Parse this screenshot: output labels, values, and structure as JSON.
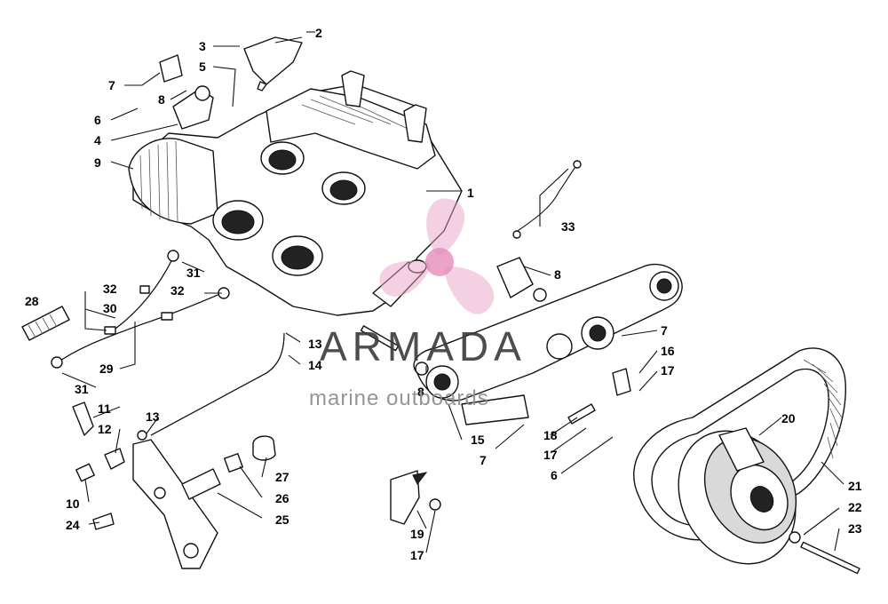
{
  "diagram": {
    "callouts": [
      {
        "id": "c1",
        "text": "1"
      },
      {
        "id": "c2",
        "text": "2"
      },
      {
        "id": "c3",
        "text": "3"
      },
      {
        "id": "c4",
        "text": "4"
      },
      {
        "id": "c5",
        "text": "5"
      },
      {
        "id": "c6a",
        "text": "6"
      },
      {
        "id": "c6b",
        "text": "6"
      },
      {
        "id": "c7a",
        "text": "7"
      },
      {
        "id": "c7b",
        "text": "7"
      },
      {
        "id": "c7c",
        "text": "7"
      },
      {
        "id": "c8a",
        "text": "8"
      },
      {
        "id": "c8b",
        "text": "8"
      },
      {
        "id": "c8c",
        "text": "8"
      },
      {
        "id": "c9",
        "text": "9"
      },
      {
        "id": "c10",
        "text": "10"
      },
      {
        "id": "c11",
        "text": "11"
      },
      {
        "id": "c12",
        "text": "12"
      },
      {
        "id": "c13a",
        "text": "13"
      },
      {
        "id": "c13b",
        "text": "13"
      },
      {
        "id": "c14",
        "text": "14"
      },
      {
        "id": "c15",
        "text": "15"
      },
      {
        "id": "c16",
        "text": "16"
      },
      {
        "id": "c17a",
        "text": "17"
      },
      {
        "id": "c17b",
        "text": "17"
      },
      {
        "id": "c17c",
        "text": "17"
      },
      {
        "id": "c18",
        "text": "18"
      },
      {
        "id": "c19",
        "text": "19"
      },
      {
        "id": "c20",
        "text": "20"
      },
      {
        "id": "c21",
        "text": "21"
      },
      {
        "id": "c22",
        "text": "22"
      },
      {
        "id": "c23",
        "text": "23"
      },
      {
        "id": "c24",
        "text": "24"
      },
      {
        "id": "c25",
        "text": "25"
      },
      {
        "id": "c26",
        "text": "26"
      },
      {
        "id": "c27",
        "text": "27"
      },
      {
        "id": "c28",
        "text": "28"
      },
      {
        "id": "c29",
        "text": "29"
      },
      {
        "id": "c30",
        "text": "30"
      },
      {
        "id": "c31a",
        "text": "31"
      },
      {
        "id": "c31b",
        "text": "31"
      },
      {
        "id": "c32a",
        "text": "32"
      },
      {
        "id": "c32b",
        "text": "32"
      },
      {
        "id": "c33",
        "text": "33"
      }
    ]
  },
  "watermark": {
    "brand": "ARMADA",
    "tagline": "marine outboards",
    "logo_color": "#e8a3c4",
    "logo_core_color": "#e27fb0"
  }
}
